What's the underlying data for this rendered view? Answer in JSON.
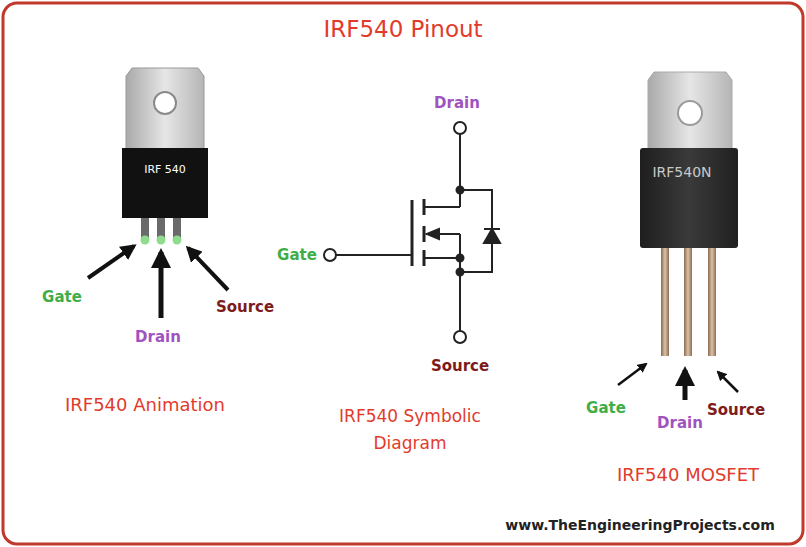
{
  "diagram": {
    "title": "IRF540 Pinout",
    "labels": [
      "IRF 540",
      "Gate",
      "Drain",
      "Source",
      "IRF540 Animation",
      "Drain",
      "Gate",
      "Source",
      "IRF540 Symbolic Diagram",
      "IRF540N",
      "Gate",
      "Drain",
      "Source",
      "IRF540 MOSFET",
      "www.TheEngineeringProjects.com"
    ]
  }
}
